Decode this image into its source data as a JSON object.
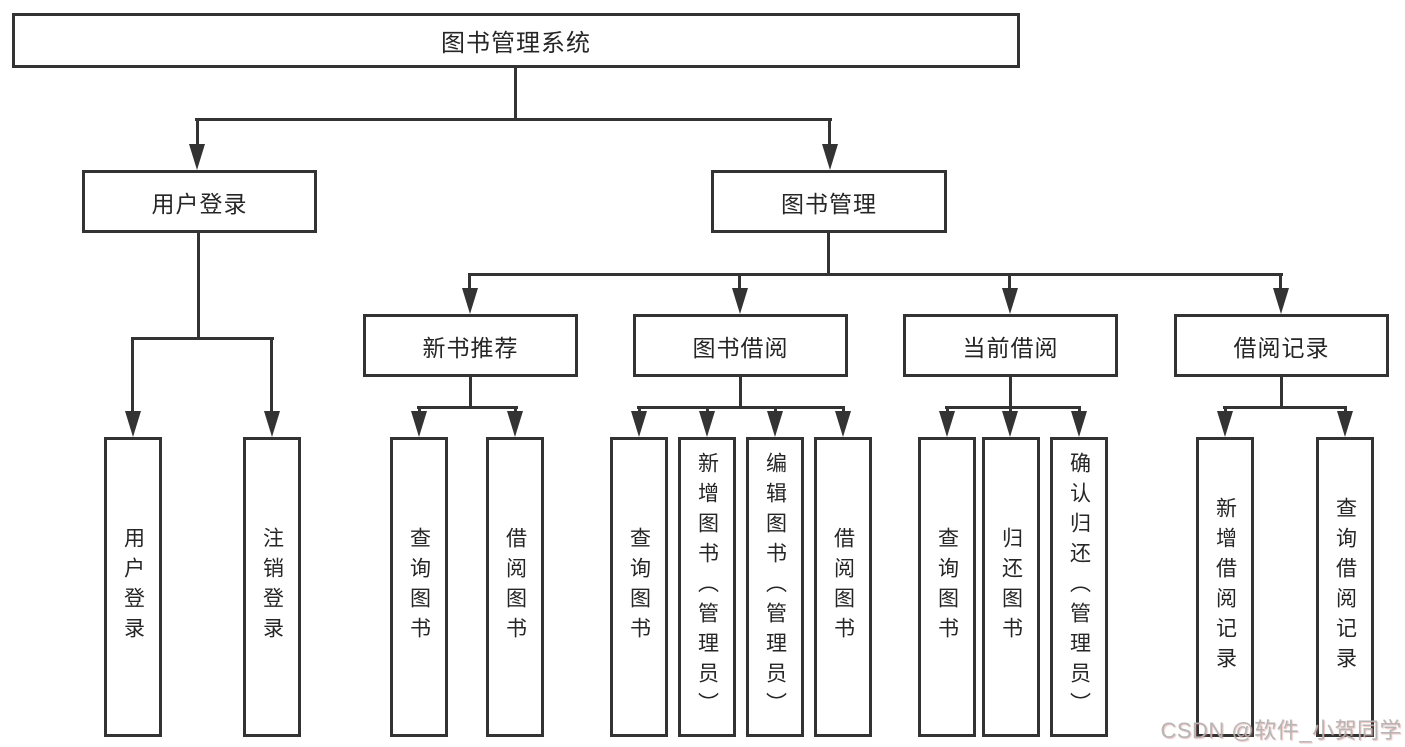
{
  "diagram": {
    "root": {
      "label": "图书管理系统"
    },
    "level1": [
      {
        "label": "用户登录"
      },
      {
        "label": "图书管理"
      }
    ],
    "level2": [
      {
        "label": "新书推荐"
      },
      {
        "label": "图书借阅"
      },
      {
        "label": "当前借阅"
      },
      {
        "label": "借阅记录"
      }
    ],
    "leaves": {
      "user_login": [
        {
          "label": "用户登录"
        },
        {
          "label": "注销登录"
        }
      ],
      "new_books": [
        {
          "label": "查询图书"
        },
        {
          "label": "借阅图书"
        }
      ],
      "book_borrow": [
        {
          "label": "查询图书"
        },
        {
          "label": "新增图书（管理员）"
        },
        {
          "label": "编辑图书（管理员）"
        },
        {
          "label": "借阅图书"
        }
      ],
      "current_borrow": [
        {
          "label": "查询图书"
        },
        {
          "label": "归还图书"
        },
        {
          "label": "确认归还（管理员）"
        }
      ],
      "borrow_records": [
        {
          "label": "新增借阅记录"
        },
        {
          "label": "查询借阅记录"
        }
      ]
    }
  },
  "watermark": {
    "text": "CSDN @软件_小贺同学"
  },
  "colors": {
    "line": "#333333",
    "text": "#262626",
    "watermark": "#b3b3b3",
    "background": "#ffffff"
  }
}
